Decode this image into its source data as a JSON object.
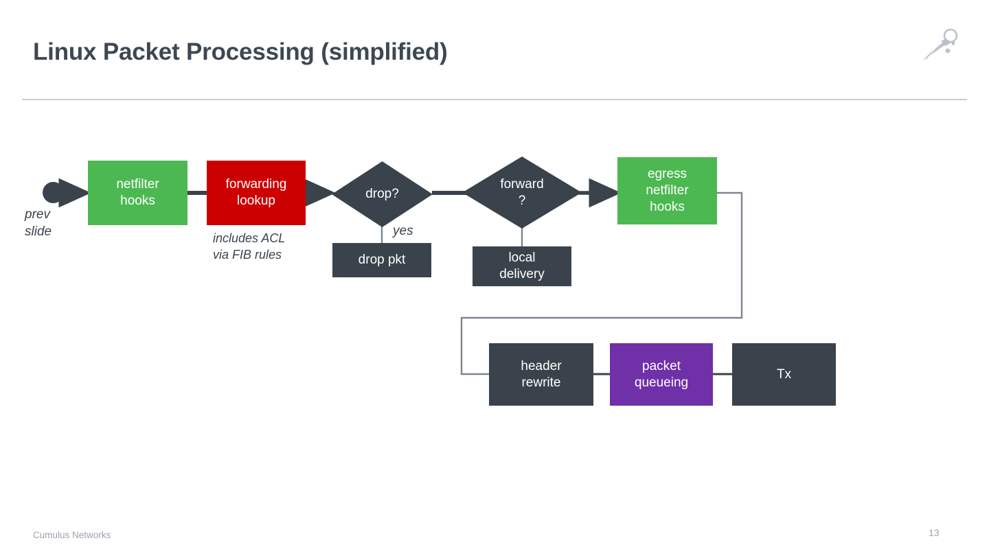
{
  "slide": {
    "title": "Linux Packet Processing (simplified)",
    "page_number": "13",
    "footer_brand": "Cumulus Networks",
    "logo_name": "cumulus-networks-logo"
  },
  "colors": {
    "dark_slate": "#3a434c",
    "green": "#4cb852",
    "red": "#cc0000",
    "purple": "#7030a8",
    "connector_dark": "#3a434c",
    "connector_gray": "#7c858f",
    "rule": "#c7ced6",
    "muted_text": "#9aa3ad"
  },
  "diagram": {
    "type": "flowchart",
    "start": {
      "name": "start-node",
      "shape": "circle",
      "label": ""
    },
    "nodes": [
      {
        "id": "netfilter-hooks",
        "label": "netfilter\nhooks",
        "shape": "rect",
        "color": "green"
      },
      {
        "id": "forwarding-lookup",
        "label": "forwarding\nlookup",
        "shape": "rect",
        "color": "red"
      },
      {
        "id": "drop-decision",
        "label": "drop?",
        "shape": "diamond",
        "color": "dark"
      },
      {
        "id": "drop-pkt",
        "label": "drop pkt",
        "shape": "rect",
        "color": "dark"
      },
      {
        "id": "forward-decision",
        "label": "forward\n?",
        "shape": "diamond",
        "color": "dark"
      },
      {
        "id": "local-delivery",
        "label": "local\ndelivery",
        "shape": "rect",
        "color": "dark"
      },
      {
        "id": "egress-netfilter-hooks",
        "label": "egress\nnetfilter\nhooks",
        "shape": "rect",
        "color": "green"
      },
      {
        "id": "header-rewrite",
        "label": "header\nrewrite",
        "shape": "rect",
        "color": "dark"
      },
      {
        "id": "packet-queueing",
        "label": "packet\nqueueing",
        "shape": "rect",
        "color": "purple"
      },
      {
        "id": "tx",
        "label": "Tx",
        "shape": "rect",
        "color": "dark"
      }
    ],
    "annotations": [
      {
        "id": "prev-slide",
        "text": "prev\nslide"
      },
      {
        "id": "includes-acl",
        "text": "includes ACL\nvia FIB rules"
      },
      {
        "id": "yes-branch",
        "text": "yes"
      }
    ],
    "edges": [
      {
        "from": "start",
        "to": "netfilter-hooks",
        "style": "arrow-dark"
      },
      {
        "from": "netfilter-hooks",
        "to": "forwarding-lookup",
        "style": "line-dark"
      },
      {
        "from": "forwarding-lookup",
        "to": "drop-decision",
        "style": "arrow-dark"
      },
      {
        "from": "drop-decision",
        "to": "drop-pkt",
        "style": "line-gray",
        "label": "yes"
      },
      {
        "from": "drop-decision",
        "to": "forward-decision",
        "style": "line-dark"
      },
      {
        "from": "forward-decision",
        "to": "local-delivery",
        "style": "line-gray"
      },
      {
        "from": "forward-decision",
        "to": "egress-netfilter-hooks",
        "style": "arrow-dark"
      },
      {
        "from": "egress-netfilter-hooks",
        "to": "header-rewrite",
        "style": "route-gray"
      },
      {
        "from": "header-rewrite",
        "to": "packet-queueing",
        "style": "line-dark"
      },
      {
        "from": "packet-queueing",
        "to": "tx",
        "style": "line-dark"
      }
    ]
  }
}
